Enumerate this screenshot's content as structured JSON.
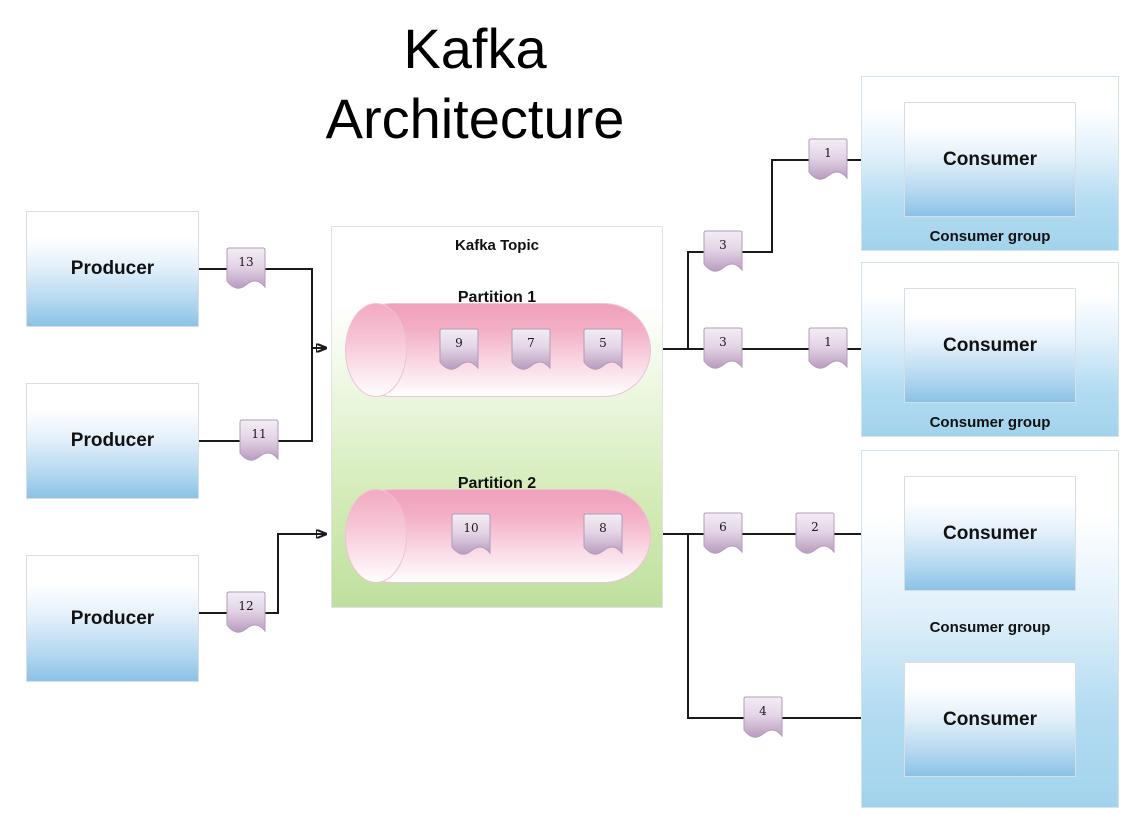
{
  "title": "Kafka\nArchitecture",
  "producers": [
    {
      "label": "Producer",
      "tag": "13"
    },
    {
      "label": "Producer",
      "tag": "11"
    },
    {
      "label": "Producer",
      "tag": "12"
    }
  ],
  "topic": {
    "title": "Kafka Topic",
    "partitions": [
      {
        "title": "Partition 1",
        "messages": [
          "9",
          "7",
          "5"
        ]
      },
      {
        "title": "Partition 2",
        "messages": [
          "10",
          "8"
        ]
      }
    ]
  },
  "broker_out_tags": {
    "p1_fanout": "3",
    "p1_direct": "3",
    "p2_fanout": "6"
  },
  "consumer_in_tags": {
    "group1": "1",
    "group2": "1",
    "group3_top": "2",
    "group3_bottom": "4"
  },
  "consumer_groups": [
    {
      "label": "Consumer group",
      "consumers": [
        {
          "label": "Consumer"
        }
      ]
    },
    {
      "label": "Consumer group",
      "consumers": [
        {
          "label": "Consumer"
        }
      ]
    },
    {
      "label": "Consumer group",
      "consumers": [
        {
          "label": "Consumer"
        },
        {
          "label": "Consumer"
        }
      ]
    }
  ],
  "colors": {
    "producer_blue": "#8cc2e6",
    "consumer_blue": "#a2d3ec",
    "topic_green": "#bfe0a0",
    "partition_pink": "#f0a0bc",
    "tag_purple": "#c3a8c8",
    "line": "#1a1a1a"
  }
}
